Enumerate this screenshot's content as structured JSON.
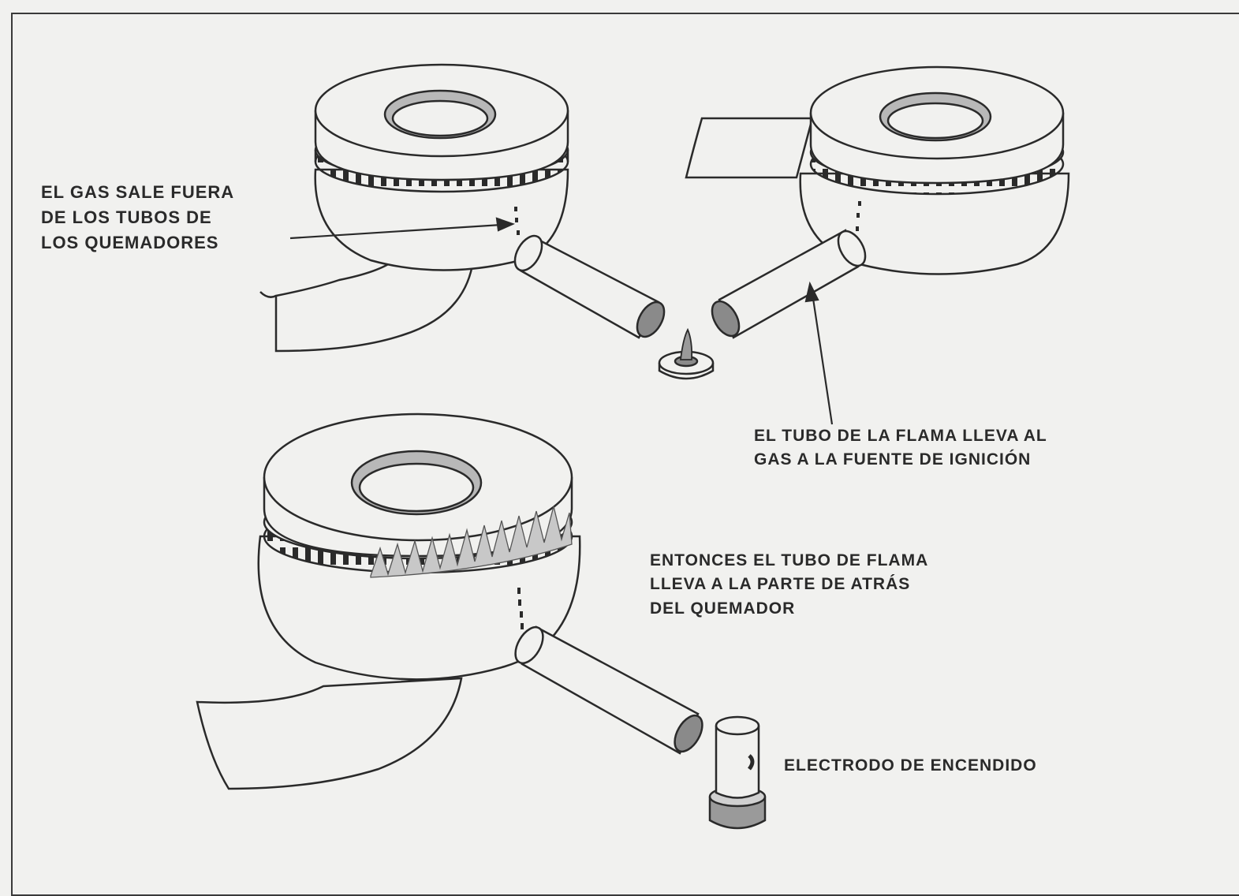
{
  "colors": {
    "ink": "#2a2a2a",
    "paper": "#f1f1ef",
    "tube_end": "#8a8a8a",
    "ring_inner": "#b8b8b8"
  },
  "icons": [
    "burner-icon",
    "flame-tube-icon",
    "pilot-flame-icon",
    "ignition-electrode-icon",
    "flames-icon"
  ],
  "labels": {
    "gas_out": [
      "EL GAS SALE FUERA",
      "DE LOS TUBOS DE",
      "LOS QUEMADORES"
    ],
    "flame_tube": [
      "EL TUBO DE LA FLAMA LLEVA AL",
      "GAS A LA FUENTE DE IGNICIÓN"
    ],
    "then_tube": [
      "ENTONCES EL TUBO DE FLAMA",
      "LLEVA A LA PARTE DE ATRÁS",
      "DEL QUEMADOR"
    ],
    "electrode": "ELECTRODO DE ENCENDIDO"
  }
}
